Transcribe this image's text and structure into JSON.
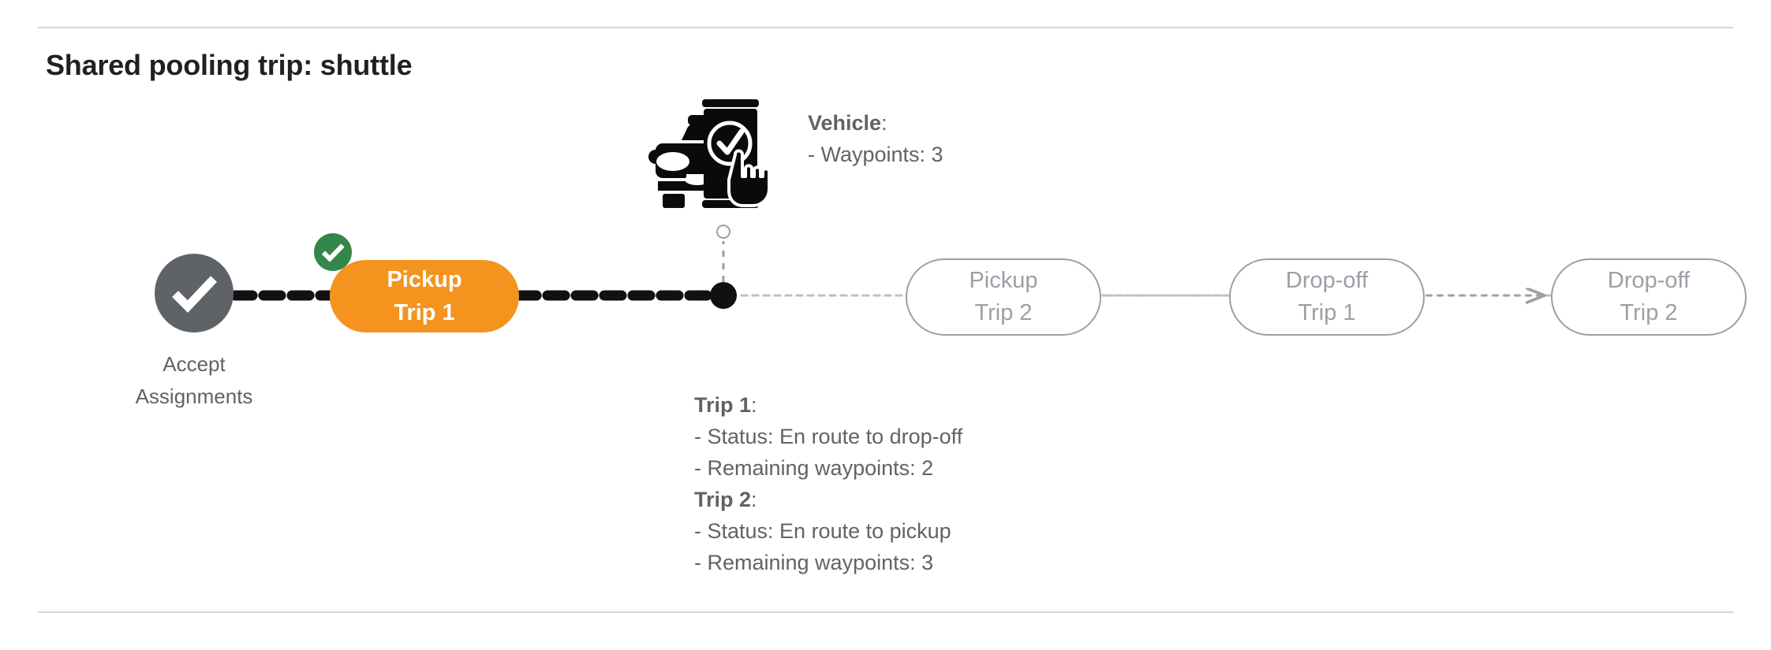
{
  "title": "Shared pooling trip: shuttle",
  "flow": {
    "accept": {
      "label_line1": "Accept",
      "label_line2": "Assignments",
      "icon": "check-circle-icon",
      "color": "#5F6368",
      "state": "completed"
    },
    "active_node": {
      "line1": "Pickup",
      "line2": "Trip 1",
      "color": "#F4941F",
      "badge_icon": "check-badge-icon",
      "badge_color": "#34874A",
      "state": "completed"
    },
    "upcoming_nodes": [
      {
        "line1": "Pickup",
        "line2": "Trip 2",
        "state": "pending"
      },
      {
        "line1": "Drop-off",
        "line2": "Trip 1",
        "state": "pending"
      },
      {
        "line1": "Drop-off",
        "line2": "Trip 2",
        "state": "pending"
      }
    ],
    "vehicle_marker": {
      "icon": "vehicle-app-check-icon",
      "dot_color": "#111111"
    }
  },
  "vehicle_info": {
    "heading": "Vehicle",
    "heading_suffix": ":",
    "rows": [
      "- Waypoints: 3"
    ]
  },
  "trip_info": {
    "trips": [
      {
        "heading": "Trip 1",
        "heading_suffix": ":",
        "rows": [
          "- Status:  En route to drop-off",
          "- Remaining waypoints: 2"
        ]
      },
      {
        "heading": "Trip 2",
        "heading_suffix": ":",
        "rows": [
          "- Status:  En route to pickup",
          "- Remaining waypoints: 3"
        ]
      }
    ]
  },
  "colors": {
    "accent_orange": "#F4941F",
    "success_green": "#34874A",
    "node_gray": "#5F6368",
    "outline_gray": "#9AA0A6",
    "rule_gray": "#D6D8DA",
    "progress_black": "#111111"
  }
}
